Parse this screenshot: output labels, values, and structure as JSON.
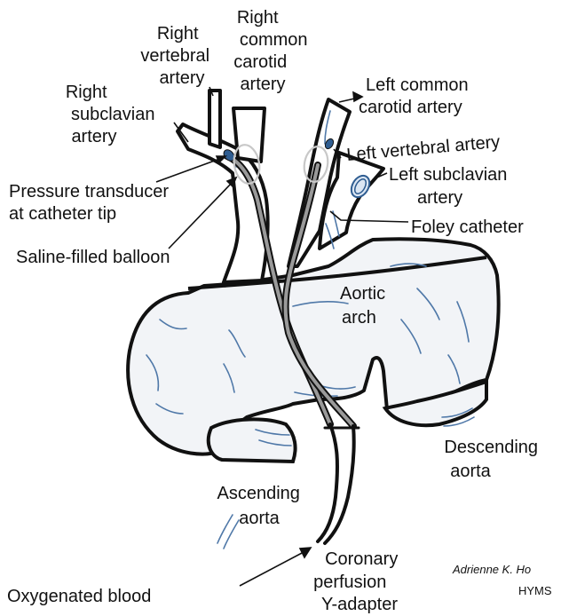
{
  "colors": {
    "outline": "#111111",
    "vessel_fill": "#ffffff",
    "vessel_shade": "#f2f4f7",
    "texture": "#4f78a8",
    "catheter": "#7a7a7a",
    "balloon": "#c8c8c8"
  },
  "labels": {
    "right_vertebral": [
      "Right",
      "vertebral",
      "artery"
    ],
    "right_common_carotid": [
      "Right",
      "common",
      "carotid",
      "artery"
    ],
    "right_subclavian": [
      "Right",
      "subclavian",
      "artery"
    ],
    "left_common_carotid": [
      "Left common",
      "carotid artery"
    ],
    "left_vertebral": "Left vertebral artery",
    "left_subclavian": [
      "Left subclavian",
      "artery"
    ],
    "foley": "Foley catheter",
    "pressure_transducer": [
      "Pressure transducer",
      "at catheter tip"
    ],
    "balloon": "Saline-filled balloon",
    "aortic_arch": [
      "Aortic",
      "arch"
    ],
    "ascending_aorta": [
      "Ascending",
      "aorta"
    ],
    "descending_aorta": [
      "Descending",
      "aorta"
    ],
    "coronary_y_adapter": [
      "Coronary",
      "perfusion",
      "Y-adapter"
    ],
    "oxygenated_blood": "Oxygenated blood"
  },
  "credit": {
    "author": "Adrienne K. Ho",
    "institution": "HYMS"
  }
}
